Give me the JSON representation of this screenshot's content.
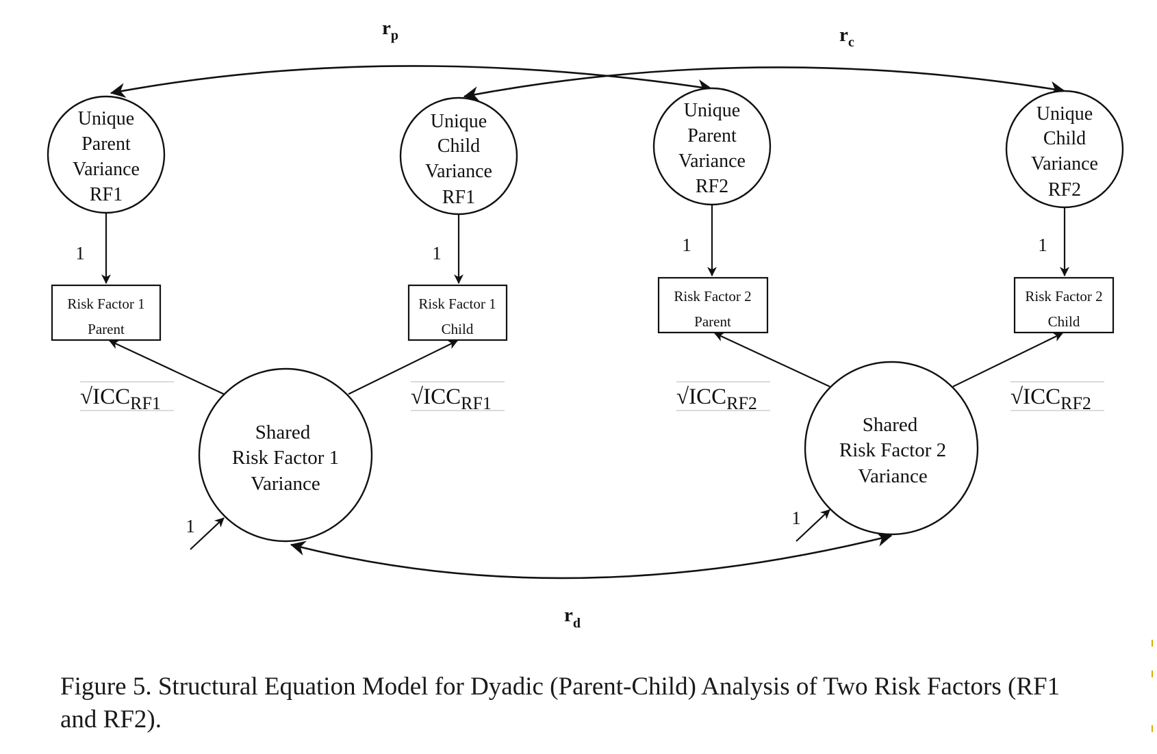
{
  "nodes": {
    "unique_parent_rf1": [
      "Unique",
      "Parent",
      "Variance",
      "RF1"
    ],
    "unique_child_rf1": [
      "Unique",
      "Child",
      "Variance",
      "RF1"
    ],
    "unique_parent_rf2": [
      "Unique",
      "Parent",
      "Variance",
      "RF2"
    ],
    "unique_child_rf2": [
      "Unique",
      "Child",
      "Variance",
      "RF2"
    ],
    "shared_rf1": [
      "Shared",
      "Risk Factor 1",
      "Variance"
    ],
    "shared_rf2": [
      "Shared",
      "Risk Factor 2",
      "Variance"
    ]
  },
  "boxes": {
    "rf1_parent": [
      "Risk Factor 1",
      "Parent"
    ],
    "rf1_child": [
      "Risk Factor 1",
      "Child"
    ],
    "rf2_parent": [
      "Risk Factor 2",
      "Parent"
    ],
    "rf2_child": [
      "Risk Factor 2",
      "Child"
    ]
  },
  "loadings": {
    "unique_parent_rf1": "1",
    "unique_child_rf1": "1",
    "unique_parent_rf2": "1",
    "unique_child_rf2": "1",
    "shared_rf1": "1",
    "shared_rf2": "1"
  },
  "icc_labels": {
    "rf1_parent": {
      "main": "√ICC",
      "sub": "RF1"
    },
    "rf1_child": {
      "main": "√ICC",
      "sub": "RF1"
    },
    "rf2_parent": {
      "main": "√ICC",
      "sub": "RF2"
    },
    "rf2_child": {
      "main": "√ICC",
      "sub": "RF2"
    }
  },
  "correlations": {
    "parent": {
      "main": "r",
      "sub": "p"
    },
    "child": {
      "main": "r",
      "sub": "c"
    },
    "dyadic": {
      "main": "r",
      "sub": "d"
    }
  },
  "caption": "Figure 5. Structural Equation Model for Dyadic (Parent-Child) Analysis of Two Risk Factors (RF1 and RF2).",
  "colors": {
    "ink": "#111111",
    "background": "#ffffff",
    "edge_mark": "#e0a800"
  }
}
